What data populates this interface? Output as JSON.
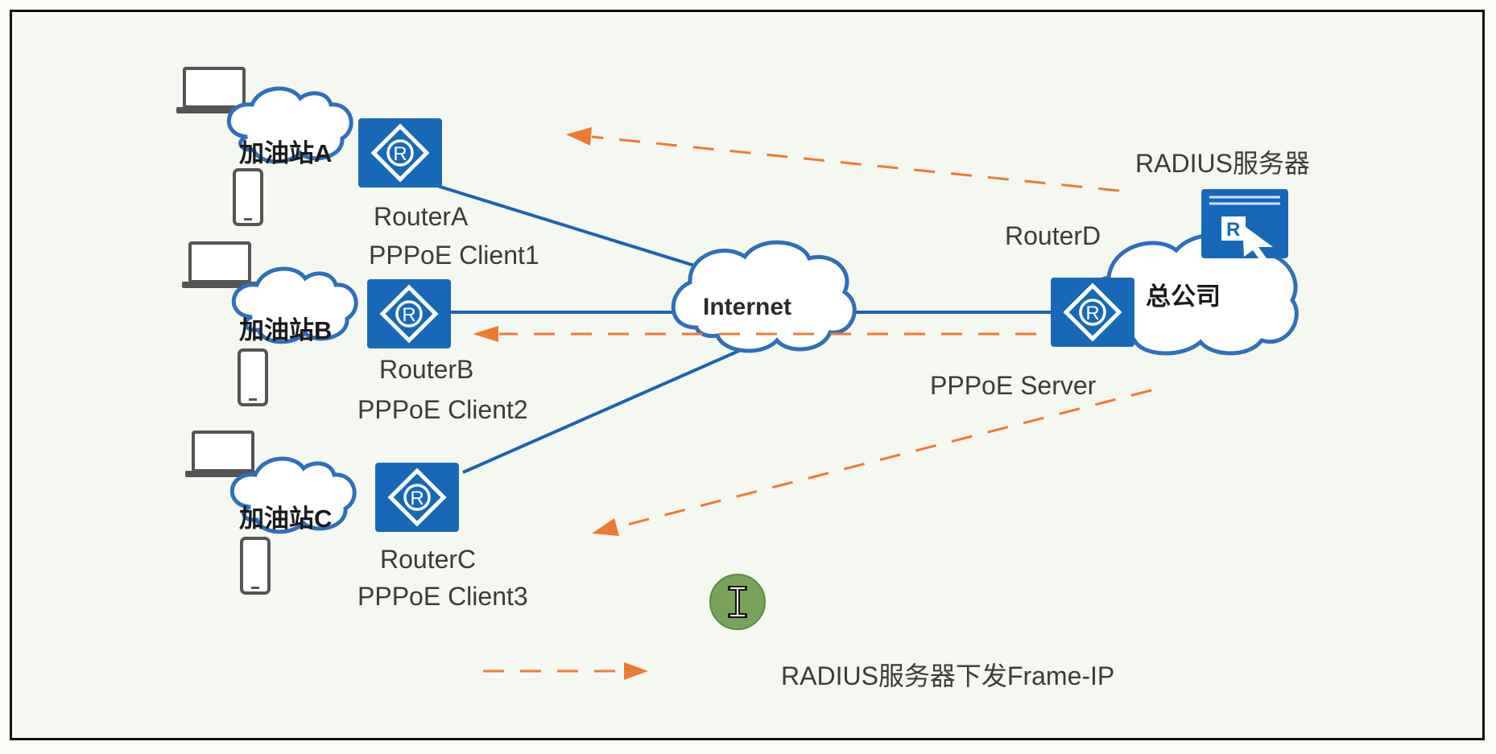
{
  "sites": {
    "a": "加油站A",
    "b": "加油站B",
    "c": "加油站C",
    "hq": "总公司"
  },
  "routers": {
    "a": {
      "name": "RouterA",
      "role": "PPPoE Client1"
    },
    "b": {
      "name": "RouterB",
      "role": "PPPoE Client2"
    },
    "c": {
      "name": "RouterC",
      "role": "PPPoE Client3"
    },
    "d": {
      "name": "RouterD",
      "role": "PPPoE Server"
    }
  },
  "router_icon_letter": "R",
  "internet": "Internet",
  "radius_server": "RADIUS服务器",
  "legend": {
    "dashed_arrow": "RADIUS服务器下发Frame-IP"
  },
  "colors": {
    "router_blue": "#1769b8",
    "link_blue": "#1d63ad",
    "cloud_outline": "#2f6fba",
    "dashed_orange": "#ee7a32",
    "background": "#f5f7f1"
  },
  "icons": [
    "laptop-icon",
    "smartphone-icon",
    "router-icon",
    "cloud-icon",
    "server-icon",
    "text-cursor-icon"
  ]
}
